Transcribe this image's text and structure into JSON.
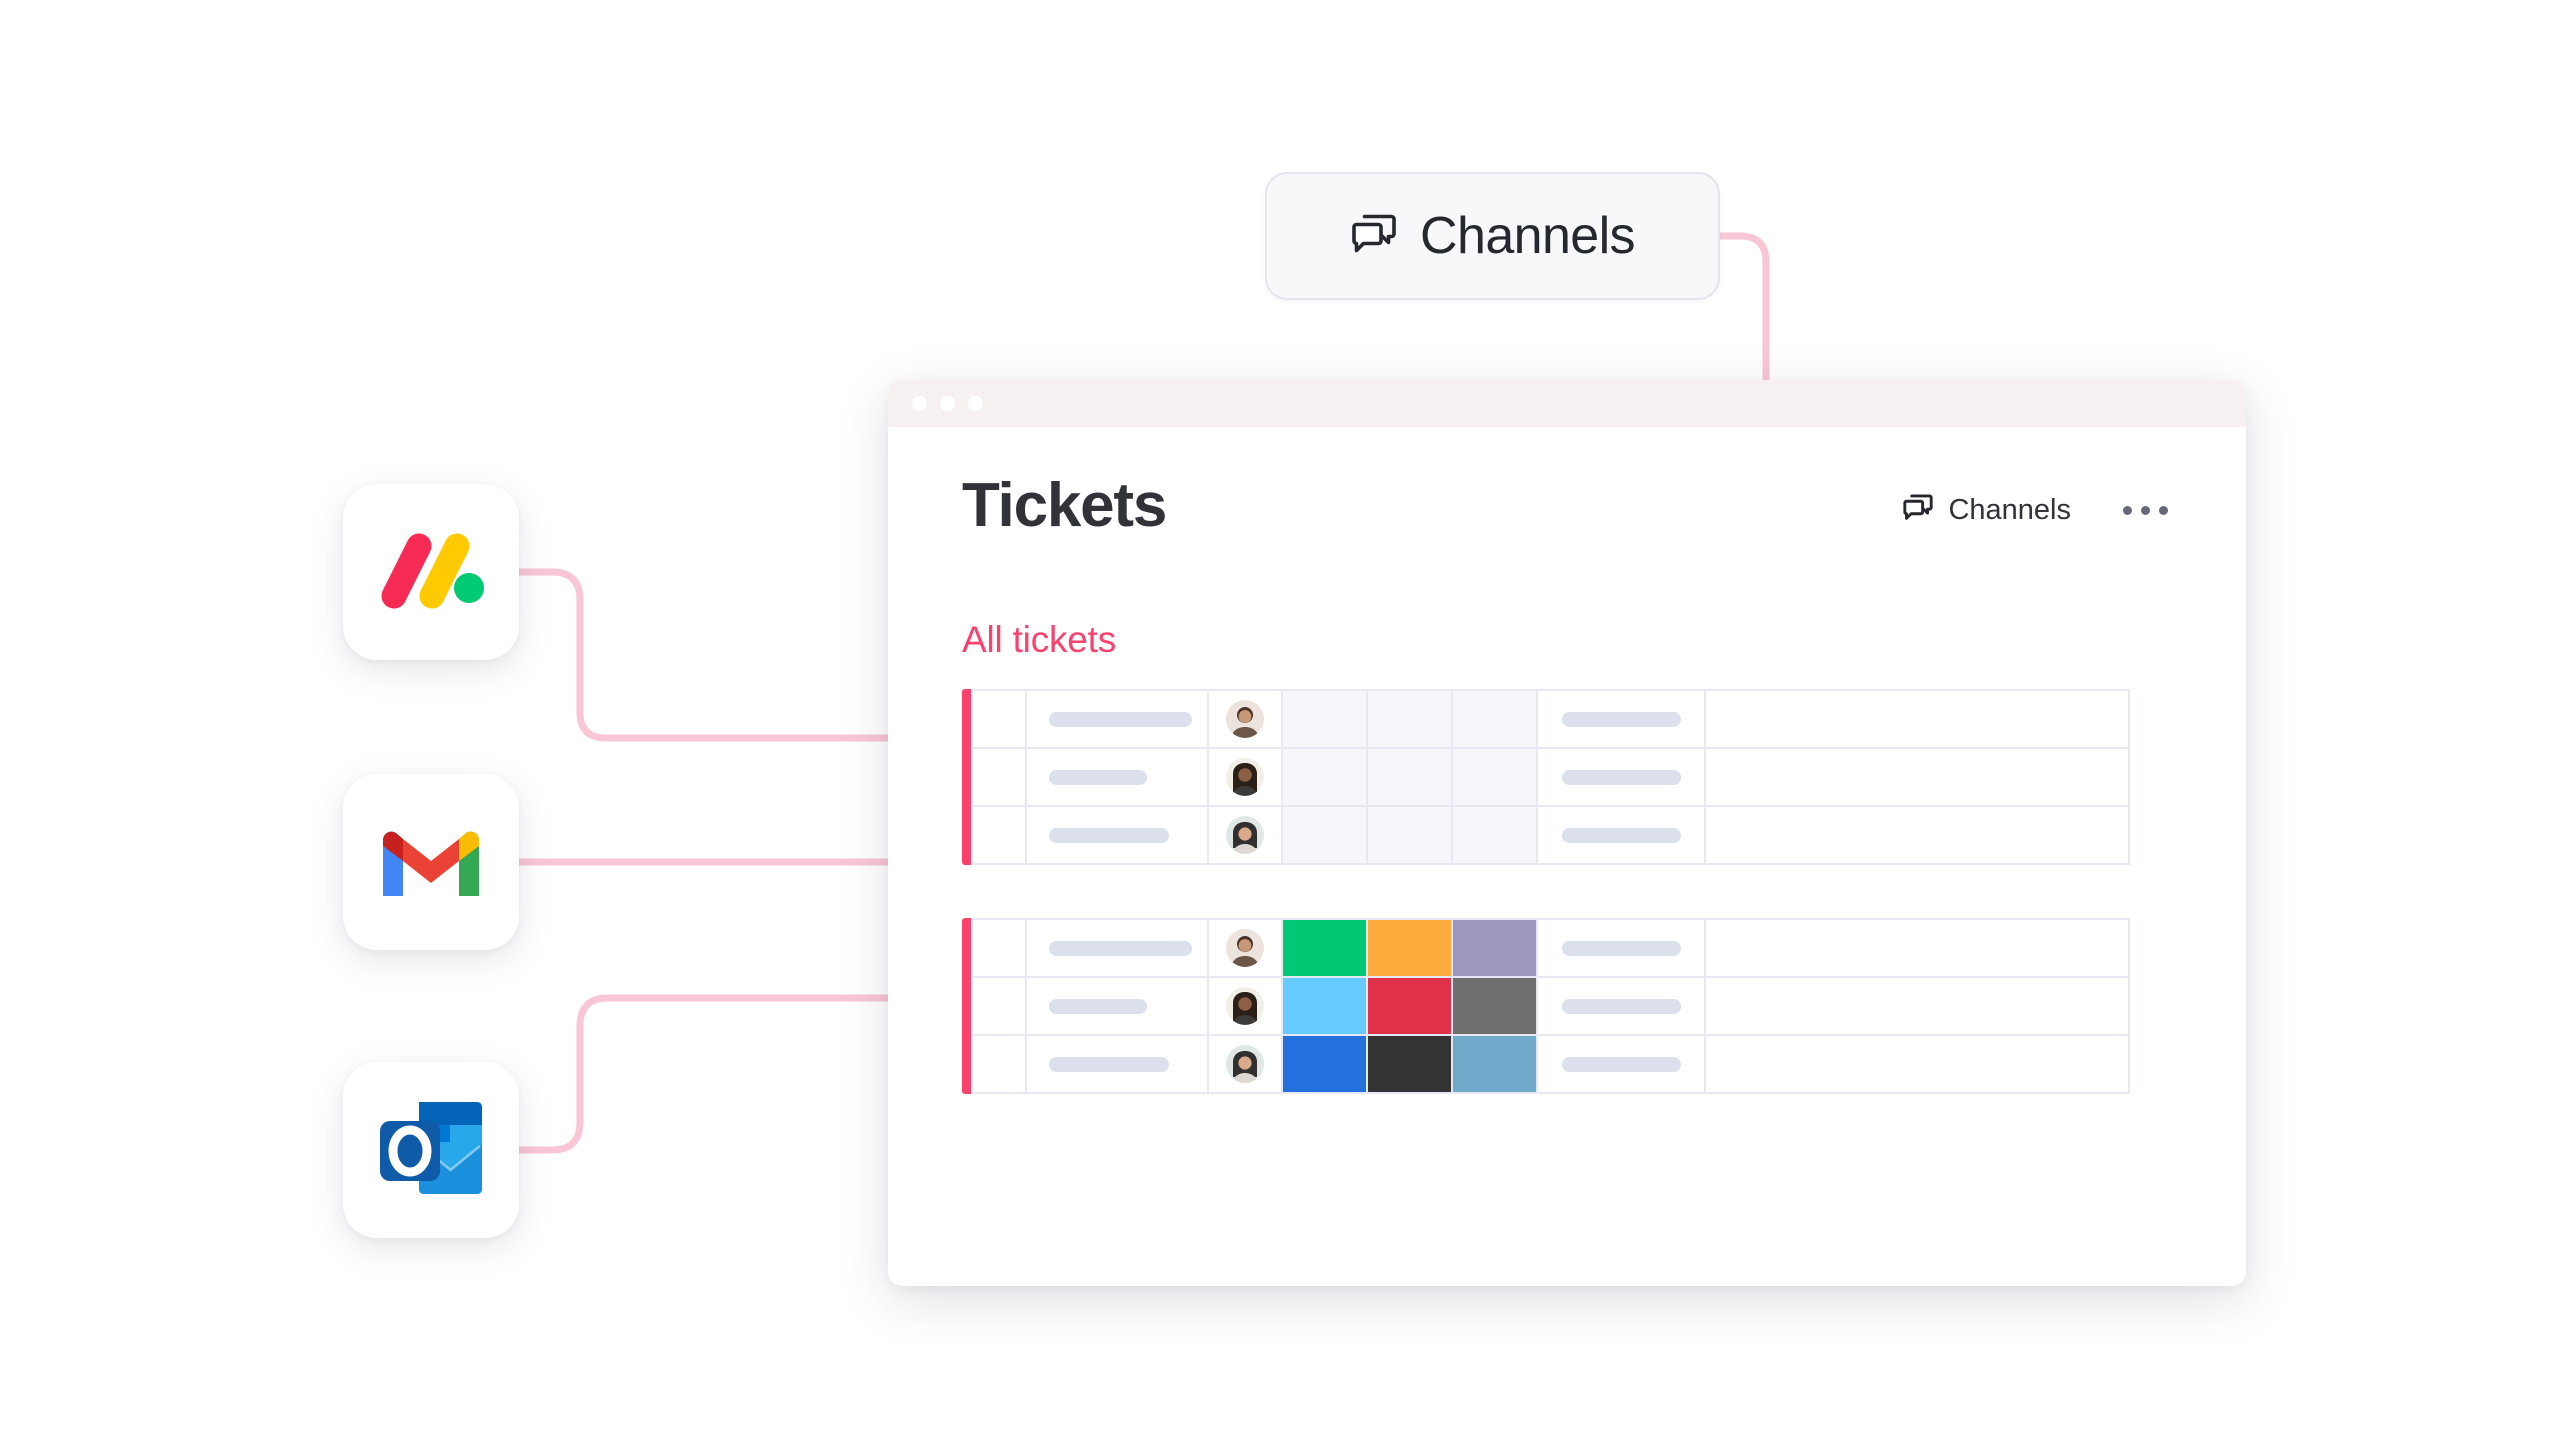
{
  "callout": {
    "label": "Channels",
    "icon": "channels-bubbles-icon",
    "background": "#f8f8fa",
    "border": "#e3e5ef",
    "text_color": "#26282f"
  },
  "connector": {
    "line_color": "#f9c6d5",
    "pulse_color": "#ff2d6f",
    "count": 4
  },
  "apps": [
    {
      "name": "monday",
      "icon": "monday-logo-icon",
      "colors": [
        "#f62b54",
        "#ffcb00",
        "#00ca72"
      ]
    },
    {
      "name": "gmail",
      "icon": "gmail-logo-icon",
      "colors": [
        "#4285f4",
        "#ea4335",
        "#c5221f",
        "#fbbc04",
        "#34a853"
      ]
    },
    {
      "name": "outlook",
      "icon": "outlook-logo-icon",
      "colors": [
        "#0364b8",
        "#28a8ea",
        "#14447d",
        "#0078d4"
      ]
    }
  ],
  "window": {
    "titlebar": {
      "color": "#f7f0f0",
      "dots": 3,
      "dot_color": "#ffffff"
    },
    "title": "Tickets",
    "header_actions": {
      "channels_label": "Channels",
      "channels_icon": "channels-bubbles-icon",
      "more_icon": "more-horizontal-icon"
    },
    "section_label": "All tickets",
    "section_color": "#f9426e",
    "accent_color": "#f9426e",
    "grid_line_color": "#e6e9f4",
    "skeleton_color": "#dcdfec",
    "blank_cell_color": "#f6f7fb",
    "groups": [
      {
        "rows": [
          {
            "name_width": "sk-long",
            "avatar": "avatar-1",
            "statuses": [
              "blank",
              "blank",
              "blank"
            ],
            "tail": "sk-tail"
          },
          {
            "name_width": "sk-mid",
            "avatar": "avatar-2",
            "statuses": [
              "blank",
              "blank",
              "blank"
            ],
            "tail": "sk-tail"
          },
          {
            "name_width": "sk-short",
            "avatar": "avatar-3",
            "statuses": [
              "blank",
              "blank",
              "blank"
            ],
            "tail": "sk-tail"
          }
        ]
      },
      {
        "rows": [
          {
            "name_width": "sk-long",
            "avatar": "avatar-1",
            "statuses": [
              "#00c875",
              "#fdab3d",
              "#9d99be"
            ],
            "tail": "sk-tail"
          },
          {
            "name_width": "sk-mid",
            "avatar": "avatar-2",
            "statuses": [
              "#66ccff",
              "#df3148",
              "#6f6f6f"
            ],
            "tail": "sk-tail"
          },
          {
            "name_width": "sk-short",
            "avatar": "avatar-3",
            "statuses": [
              "#2471dd",
              "#333333",
              "#6fa8c8"
            ],
            "tail": "sk-tail"
          }
        ]
      }
    ]
  }
}
